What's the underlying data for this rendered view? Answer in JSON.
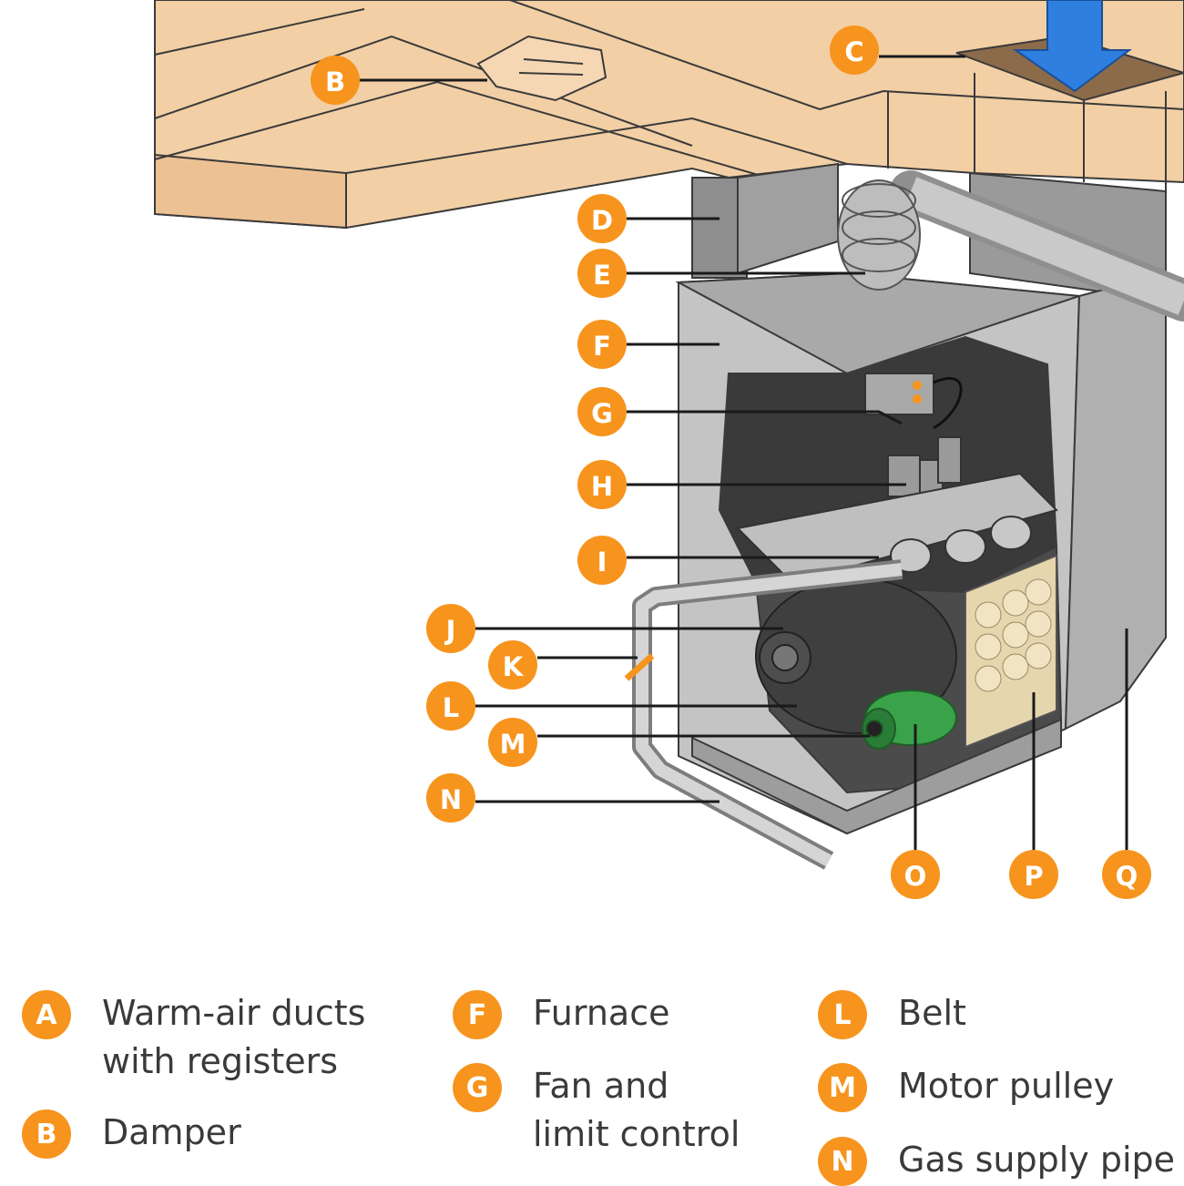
{
  "diagram": {
    "callouts": [
      "B",
      "C",
      "D",
      "E",
      "F",
      "G",
      "H",
      "I",
      "J",
      "K",
      "L",
      "M",
      "N",
      "O",
      "P",
      "Q"
    ]
  },
  "legend": [
    {
      "letter": "A",
      "text": "Warm-air ducts\nwith registers"
    },
    {
      "letter": "B",
      "text": "Damper"
    },
    {
      "letter": "F",
      "text": "Furnace"
    },
    {
      "letter": "G",
      "text": "Fan and\nlimit control"
    },
    {
      "letter": "L",
      "text": "Belt"
    },
    {
      "letter": "M",
      "text": "Motor pulley"
    },
    {
      "letter": "N",
      "text": "Gas supply pipe"
    }
  ],
  "colors": {
    "callout": "#f7941d",
    "duct": "#f2cfa5",
    "furnace": "#b9b9b9",
    "air_arrow": "#2e7fe0",
    "motor": "#3aa34a"
  }
}
